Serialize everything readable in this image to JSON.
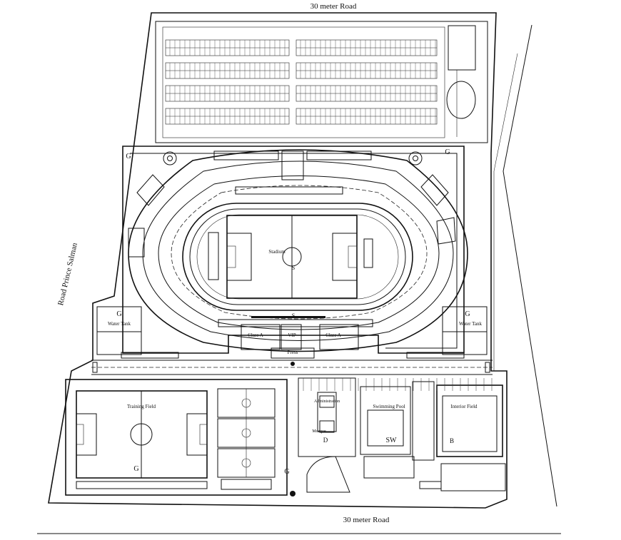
{
  "roads": {
    "top": "30 meter Road",
    "bottom": "30 meter Road",
    "left": "Road Prince Salman"
  },
  "labels": {
    "stadium": "Stadium",
    "class_a_left": "Class A",
    "vip": "VIP",
    "class_a_right": "Class A",
    "press": "Press",
    "s_top": "S",
    "s_bottom": "S",
    "training_field": "Training Field",
    "swimming_pool": "Swimming Pool",
    "interior_field": "Interior Field",
    "sw": "SW",
    "b": "B",
    "d": "D",
    "admin": "Administration",
    "mosque": "Mosque"
  },
  "gates": {
    "g_top_left": "G",
    "g_top_right": "G",
    "g_tank_left": "G",
    "g_tank_right": "G",
    "g_training": "G",
    "g_bottom": "G"
  },
  "water_tanks": {
    "left": "Water Tank",
    "right": "Water Tank"
  }
}
